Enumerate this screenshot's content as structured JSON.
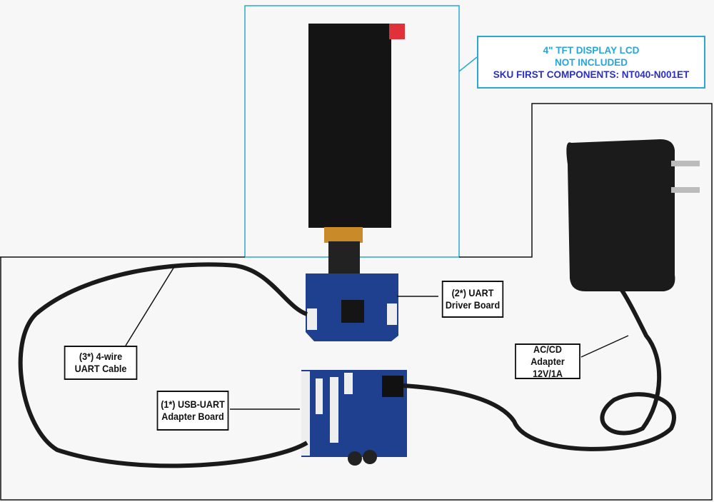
{
  "lcd_note": {
    "line1": "4\" TFT DISPLAY LCD",
    "line2": "NOT INCLUDED",
    "line3": "SKU FIRST COMPONENTS: NT040-N001ET"
  },
  "labels": {
    "driver_board": [
      "(2*) UART",
      "Driver Board"
    ],
    "cable": [
      "(3*) 4-wire",
      "UART Cable"
    ],
    "adapter_board": [
      "(1*) USB-UART",
      "Adapter Board"
    ],
    "power_adapter": [
      "AC/CD Adapter",
      "12V/1A"
    ]
  },
  "colors": {
    "lcd_box": "#2aa8d0",
    "pcb": "#1f3f8f",
    "lcd": "#141414",
    "sku_text": "#2a2fc0",
    "note_text": "#27a6d9"
  }
}
